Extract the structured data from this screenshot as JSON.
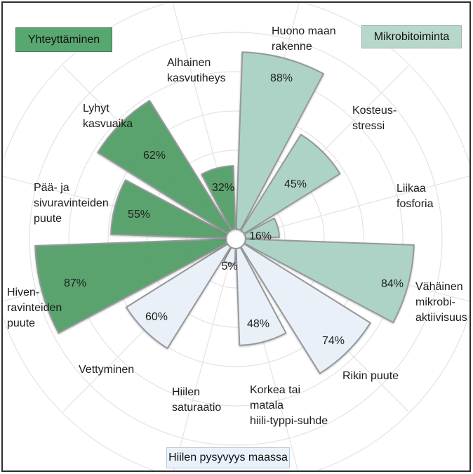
{
  "chart_data": {
    "type": "polar_bar",
    "title": "",
    "unit": "%",
    "grid": "on",
    "axis": {
      "max_pct": 100,
      "ring_steps_pct": [
        20,
        40,
        60,
        80,
        100,
        120
      ]
    },
    "groups": [
      {
        "id": "yhteyttaminen",
        "label": "Yhteyttäminen",
        "fill": "#54a069",
        "legend_fill": "#58a770",
        "legend_border": "#447f58",
        "legend_position": "top-left"
      },
      {
        "id": "mikrobitoiminta",
        "label": "Mikrobitoiminta",
        "fill": "#abd3c6",
        "legend_fill": "#b8d7cb",
        "legend_border": "#9ab4ab",
        "legend_position": "top-right"
      },
      {
        "id": "hiilen-pysyvyys",
        "label": "Hiilen pysyvyys maassa",
        "fill": "#e9f1f9",
        "legend_fill": "#e9f2fa",
        "legend_border": "#b9c8d5",
        "legend_position": "bottom"
      }
    ],
    "sectors": [
      {
        "id": "huono",
        "label": "Huono maan rakenne",
        "label_lines": [
          "Huono maan",
          "rakenne"
        ],
        "value": 88,
        "value_label": "88%",
        "group": "mikrobitoiminta"
      },
      {
        "id": "kosteus",
        "label": "Kosteus-stressi",
        "label_lines": [
          "Kosteus-",
          "stressi"
        ],
        "value": 45,
        "value_label": "45%",
        "group": "mikrobitoiminta"
      },
      {
        "id": "fosforia",
        "label": "Liikaa fosforia",
        "label_lines": [
          "Liikaa",
          "fosforia"
        ],
        "value": 16,
        "value_label": "16%",
        "group": "mikrobitoiminta"
      },
      {
        "id": "vahainen",
        "label": "Vähäinen mikrobi-aktiivisuus",
        "label_lines": [
          "Vähäinen",
          "mikrobi-",
          "aktiivisuus"
        ],
        "value": 84,
        "value_label": "84%",
        "group": "mikrobitoiminta"
      },
      {
        "id": "rikin",
        "label": "Rikin puute",
        "label_lines": [
          "Rikin puute"
        ],
        "value": 74,
        "value_label": "74%",
        "group": "hiilen-pysyvyys"
      },
      {
        "id": "korkea",
        "label": "Korkea tai matala hiili-typpi-suhde",
        "label_lines": [
          "Korkea tai",
          "matala",
          "hiili-typpi-suhde"
        ],
        "value": 48,
        "value_label": "48%",
        "group": "hiilen-pysyvyys"
      },
      {
        "id": "saturaatio",
        "label": "Hiilen saturaatio",
        "label_lines": [
          "Hiilen",
          "saturaatio"
        ],
        "value": 5,
        "value_label": "5%",
        "group": "hiilen-pysyvyys"
      },
      {
        "id": "vettyminen",
        "label": "Vettyminen",
        "label_lines": [
          "Vettyminen"
        ],
        "value": 60,
        "value_label": "60%",
        "group": "hiilen-pysyvyys"
      },
      {
        "id": "hiven",
        "label": "Hiven-ravinteiden puute",
        "label_lines": [
          "Hiven-",
          "ravinteiden",
          "puute"
        ],
        "value": 87,
        "value_label": "87%",
        "group": "yhteyttaminen"
      },
      {
        "id": "paa",
        "label": "Pää- ja sivuravinteiden puute",
        "label_lines": [
          "Pää- ja",
          "sivuravinteiden",
          "puute"
        ],
        "value": 55,
        "value_label": "55%",
        "group": "yhteyttaminen"
      },
      {
        "id": "lyhyt",
        "label": "Lyhyt kasvuaika",
        "label_lines": [
          "Lyhyt",
          "kasvuaika"
        ],
        "value": 62,
        "value_label": "62%",
        "group": "yhteyttaminen"
      },
      {
        "id": "alhainen",
        "label": "Alhainen kasvutiheys",
        "label_lines": [
          "Alhainen",
          "kasvutiheys"
        ],
        "value": 32,
        "value_label": "32%",
        "group": "yhteyttaminen"
      }
    ],
    "style_colors": {
      "wedge_stroke": "#96989a",
      "grid_line": "#e3e3e3",
      "text": "#1c1c1c",
      "frame": "#2e2e2e"
    }
  }
}
